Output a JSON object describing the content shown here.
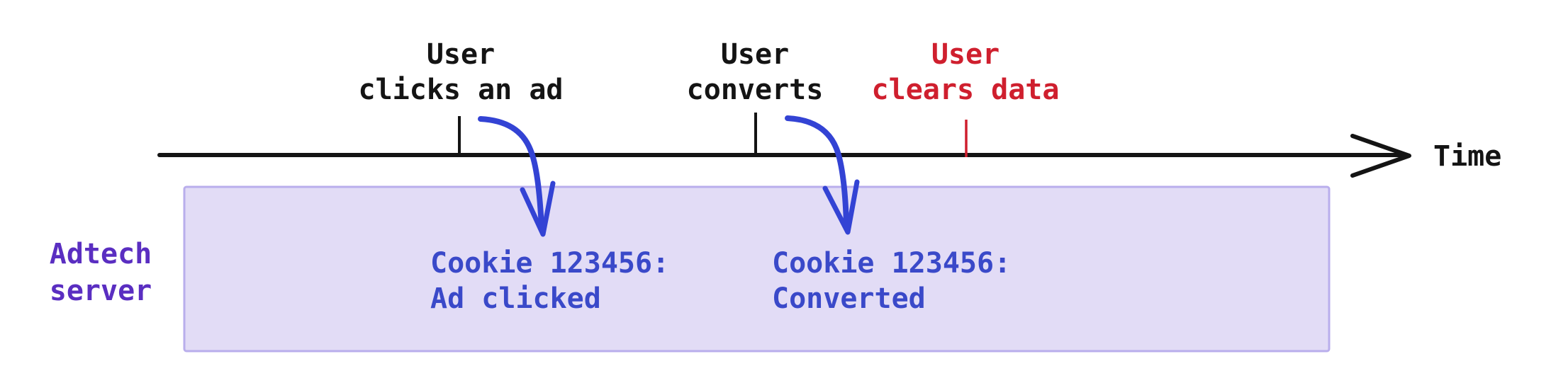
{
  "colors": {
    "black": "#141414",
    "red": "#cf1f2e",
    "record_blue": "#3a49c9",
    "arrow_blue": "#3343d4",
    "server_purple": "#5a2ec1",
    "box_fill": "#e2dcf6",
    "box_border": "#b9aeec"
  },
  "timeline": {
    "axis_label": "Time"
  },
  "events": [
    {
      "name": "ad-click",
      "line1": "User",
      "line2": "clicks an ad"
    },
    {
      "name": "conversion",
      "line1": "User",
      "line2": "converts"
    },
    {
      "name": "data-clear",
      "line1": "User",
      "line2": "clears data"
    }
  ],
  "server": {
    "label_line1": "Adtech",
    "label_line2": "server",
    "records": [
      {
        "line1": "Cookie 123456:",
        "line2": "Ad clicked"
      },
      {
        "line1": "Cookie 123456:",
        "line2": "Converted"
      }
    ]
  }
}
